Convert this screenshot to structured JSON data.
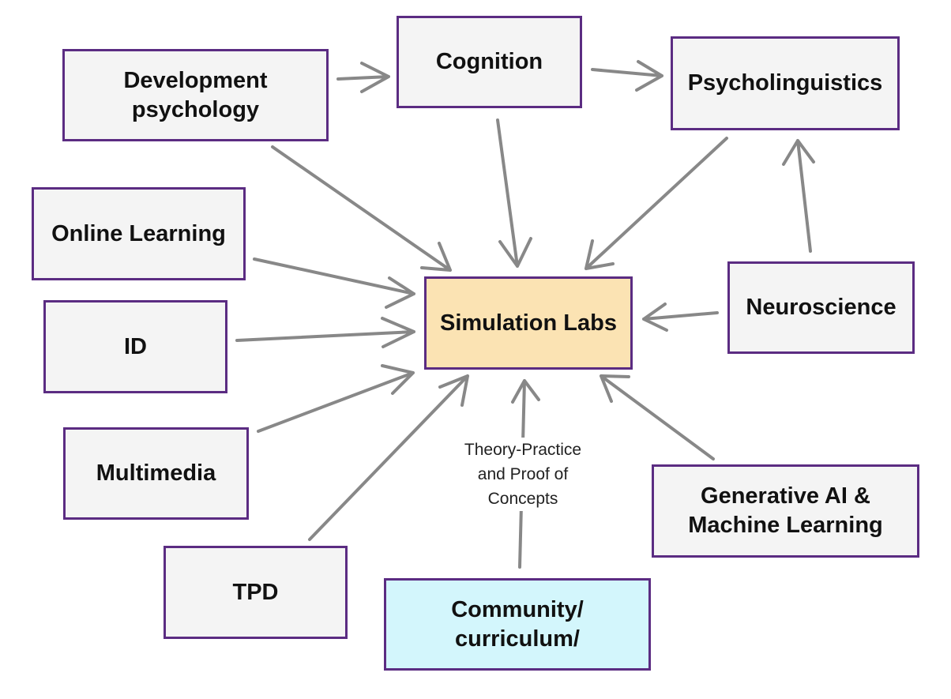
{
  "nodes": {
    "development_psychology": "Development\npsychology",
    "cognition": "Cognition",
    "psycholinguistics": "Psycholinguistics",
    "online_learning": "Online Learning",
    "simulation_labs": "Simulation Labs",
    "neuroscience": "Neuroscience",
    "id": "ID",
    "multimedia": "Multimedia",
    "generative_ai": "Generative AI &\nMachine Learning",
    "tpd": "TPD",
    "community": "Community/\ncurriculum/"
  },
  "edge_label": "Theory-Practice\nand Proof of\nConcepts",
  "colors": {
    "border": "#5b2c82",
    "box": "#f4f4f4",
    "center": "#fbe3b3",
    "community": "#d3f6fc",
    "arrow": "#888888"
  }
}
